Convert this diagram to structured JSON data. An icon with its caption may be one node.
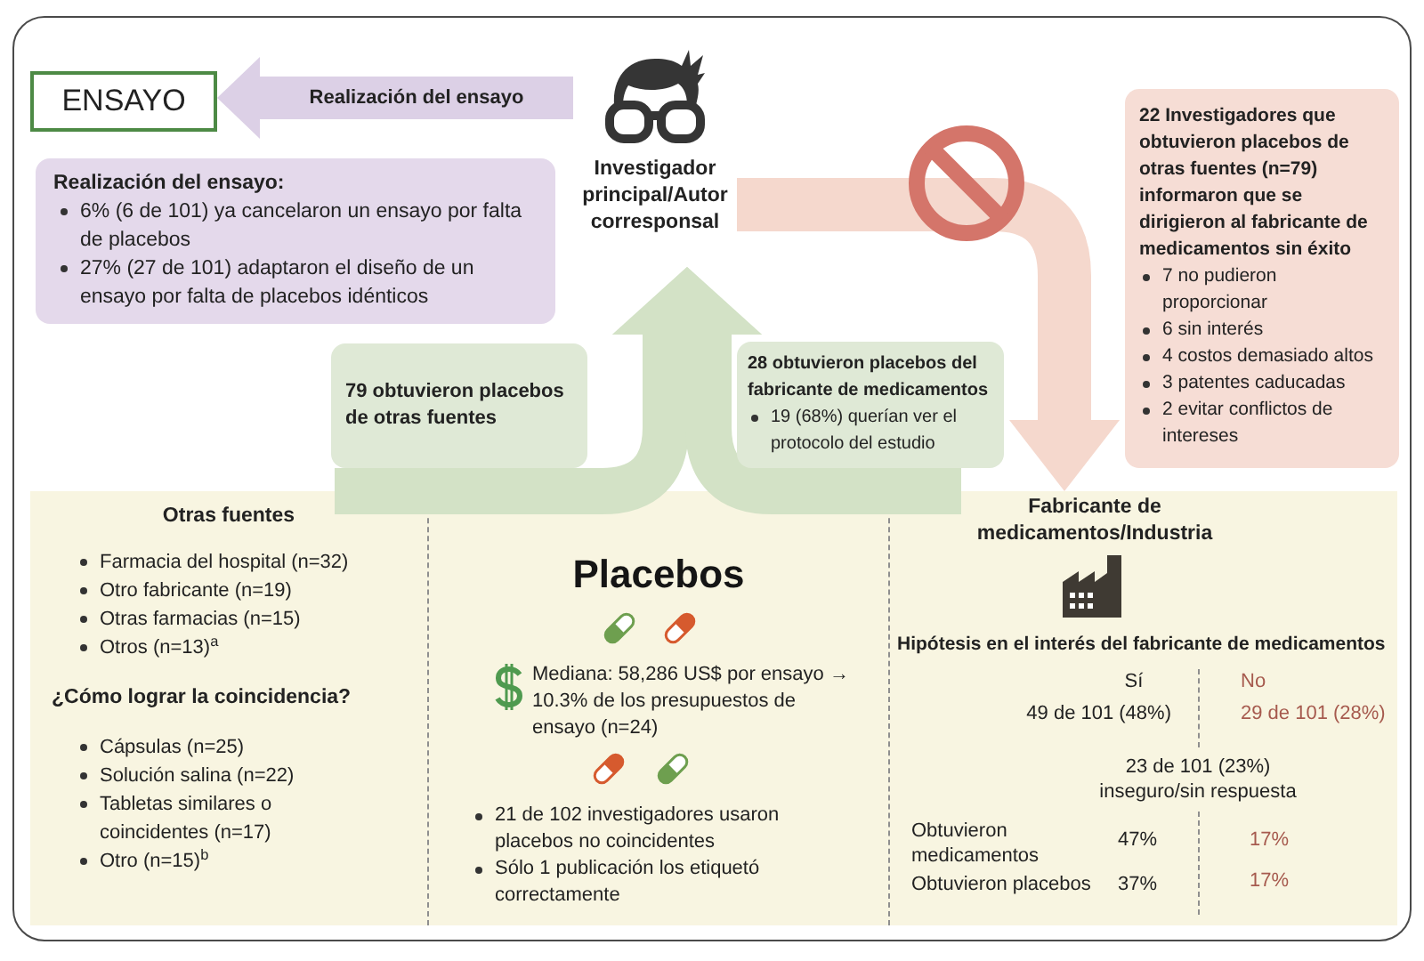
{
  "diagram": {
    "nodes": [
      {
        "text": [
          "ENSAYO"
        ]
      },
      {
        "text": [
          "Investigador principal/Autor corresponsal"
        ]
      },
      {
        "text": [
          "Realización del ensayo:",
          "6% (6 de 101) ya cancelaron un ensayo por falta de placebos",
          "27% (27 de 101) adaptaron el diseño de un ensayo por falta de placebos idénticos"
        ]
      },
      {
        "text": [
          "22 Investigadores que obtuvieron placebos de otras fuentes (n=79) informaron que se dirigieron al fabricante de medicamentos sin éxito",
          "7 no pudieron proporcionar",
          "6 sin interés",
          "4 costos demasiado altos",
          "3 patentes caducadas",
          "2 evitar conflictos de intereses"
        ]
      },
      {
        "text": [
          "79 obtuvieron placebos de otras fuentes"
        ]
      },
      {
        "text": [
          "28 obtuvieron placebos del fabricante de medicamentos",
          "19 (68%) querían ver el protocolo del estudio"
        ]
      },
      {
        "text": [
          "Otras fuentes",
          "Farmacia del hospital (n=32)",
          "Otro fabricante (n=19)",
          "Otras farmacias (n=15)",
          "Otros (n=13)$^{a}$",
          "¿Cómo lograr la coincidencia?",
          "Cápsulas (n=25)",
          "Solución salina (n=22)",
          "Tabletas similares o coincidentes (n=17)",
          "Otro (n=15)$^{b}$"
        ]
      },
      {
        "text": [
          "Placebos",
          "Mediana: 58,286 US$ por ensayo → 10.3% de los presupuestos de ensayo (n=24)",
          "21 de 102 investigadores usaron placebos no coincidentes",
          "Sólo 1 publicación los etiquetó correctamente"
        ]
      },
      {
        "text": [
          "Fabricante de medicamentos/Industria",
          "Hipótesis en el interés del fabricante de medicamentos",
          "Sí",
          "No",
          "49 de 101 (48%)",
          "29 de 101 (28%)",
          "23 de 101 (23%) inseguro/sin respuesta",
          "Obtuvieron medicamentos",
          "47%",
          "17%",
          "Obtuvieron placebos",
          "37%",
          "17%"
        ]
      }
    ],
    "edges": [
      {
        "from": 1,
        "to": 0,
        "arrow": "to",
        "label": "Realización del ensayo",
        "color": "#dcd0e6"
      },
      {
        "from": 6,
        "to": 1,
        "arrow": "to",
        "color": "#d3e2c6"
      },
      {
        "from": 8,
        "to": 1,
        "arrow": "to",
        "color": "#d3e2c6"
      },
      {
        "from": 1,
        "to": 8,
        "arrow": "to",
        "color": "#f5d8cd"
      }
    ]
  }
}
